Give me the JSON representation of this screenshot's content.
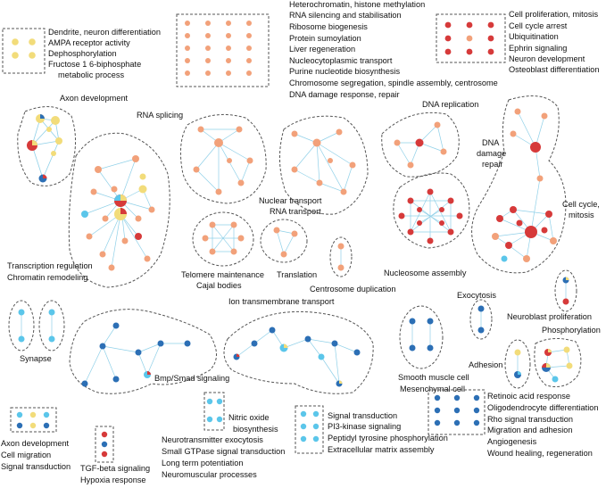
{
  "labels": {
    "box_topleft": [
      "Dendrite, neuron differentiation",
      "AMPA receptor activity",
      "Dephosphorylation",
      "Fructose 1 6-biphosphate",
      "metabolic process"
    ],
    "box_topmid": [
      "Heterochromatin, histone methylation",
      "RNA silencing and stabilisation",
      "Ribosome biogenesis",
      "Protein sumoylation",
      "Liver regeneration",
      "Nucleocytoplasmic transport",
      "Purine nucleotide biosynthesis",
      "Chromosome segregation, spindle assembly, centrosome",
      "DNA damage response, repair"
    ],
    "box_topright": [
      "Cell proliferation, mitosis",
      "Cell cycle arrest",
      "Ubiquitination",
      "Ephrin signaling",
      "Neuron development",
      "Osteoblast differentiation"
    ],
    "axon_development": "Axon development",
    "rna_splicing": "RNA splicing",
    "dna_replication": "DNA replication",
    "dna_damage_repair": [
      "DNA",
      "damage",
      "repair"
    ],
    "nuclear_transport": [
      "Nuclear transport",
      "RNA transport"
    ],
    "cell_cycle_mitosis": [
      "Cell cycle,",
      "mitosis"
    ],
    "transcription_regulation": [
      "Transcription regulation",
      "Chromatin remodeling"
    ],
    "telomere_maintenance": [
      "Telomere maintenance",
      "Cajal bodies"
    ],
    "translation": "Translation",
    "centrosome_duplication": "Centrosome duplication",
    "nucleosome_assembly": "Nucleosome assembly",
    "ion_transmembrane": "Ion transmembrane transport",
    "exocytosis": "Exocytosis",
    "neuroblast_proliferation": "Neuroblast proliferation",
    "synapse": "Synapse",
    "phosphorylation": "Phosphorylation",
    "adhesion": "Adhesion",
    "smooth_muscle": [
      "Smooth muscle cell",
      "Mesenchymal cell"
    ],
    "bmp_smad": "Bmp/Smad signaling",
    "box_retinoic": [
      "Retinoic acid response",
      "Oligodendrocyte differentiation",
      "Rho signal transduction",
      "Migration and adhesion",
      "Angiogenesis",
      "Wound healing, regeneration"
    ],
    "box_nitric": [
      "Nitric oxide",
      "biosynthesis"
    ],
    "nitric_below": [
      "Neurotransmitter exocytosis",
      "Small GTPase signal transduction",
      "Long term potentiation",
      "Neuromuscular processes"
    ],
    "box_signal": [
      "Signal transduction",
      "PI3-kinase signaling",
      "Peptidyl tyrosine phosphorylation",
      "Extracellular matrix assembly"
    ],
    "box_axon_bottom": [
      "Axon development",
      "Cell migration",
      "Signal transduction"
    ],
    "box_tgf": [
      "TGF-beta signaling",
      "Hypoxia response"
    ]
  },
  "colors": {
    "orange": "#f2a17a",
    "red": "#d63a3a",
    "yellow": "#f2dc7a",
    "blue_dark": "#2c6fb5",
    "blue_light": "#5bc6ea",
    "edge": "#8fd0e8",
    "border": "#555555"
  }
}
